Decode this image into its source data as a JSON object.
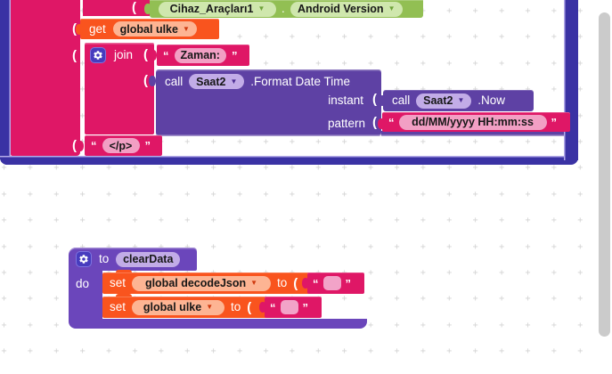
{
  "workspace": {
    "grid_glyph": "+",
    "colors": {
      "outer_frame": "#3a32a4",
      "text_block": "#df1766",
      "text_field": "#f29fc4",
      "variable_block": "#f9541e",
      "variable_field": "#fdb493",
      "call_block": "#5e41a4",
      "call_field": "#c2ace7",
      "procedure_block": "#6b46bb",
      "component_block": "#92bf53",
      "component_field": "#cfe7ad",
      "gear_icon_bg": "#473cbe",
      "grid_dot": "#d3d3d3",
      "scrollbar": "#cbcbcb"
    }
  },
  "icons": {
    "dropdown": "▼"
  },
  "sockets": {
    "glyph": "("
  },
  "join_cluster": {
    "device_block": {
      "component": "Cihaz_Araçları1",
      "separator": ".",
      "property": "Android Version"
    },
    "get_block": {
      "keyword": "get",
      "variable": "global ulke"
    },
    "join_block": {
      "keyword": "join"
    },
    "zaman_block": {
      "open_quote": "“",
      "text": "Zaman:",
      "close_quote": "”"
    },
    "format_call_block": {
      "keyword": "call",
      "component": "Saat2",
      "method": ".Format Date Time",
      "param_instant": "instant",
      "param_pattern": "pattern"
    },
    "now_call_block": {
      "keyword": "call",
      "component": "Saat2",
      "method": ".Now"
    },
    "pattern_block": {
      "open_quote": "“",
      "text": "dd/MM/yyyy HH:mm:ss",
      "close_quote": "”"
    },
    "close_tag_block": {
      "open_quote": "“",
      "text": "</p>",
      "close_quote": "”"
    }
  },
  "procedure_cluster": {
    "header": {
      "keyword": "to",
      "name": "clearData"
    },
    "do_label": "do",
    "set_blocks": [
      {
        "keyword": "set",
        "variable": "global decodeJson",
        "to_label": "to",
        "open_quote": "“",
        "close_quote": "”"
      },
      {
        "keyword": "set",
        "variable": "global ulke",
        "to_label": "to",
        "open_quote": "“",
        "close_quote": "”"
      }
    ]
  }
}
